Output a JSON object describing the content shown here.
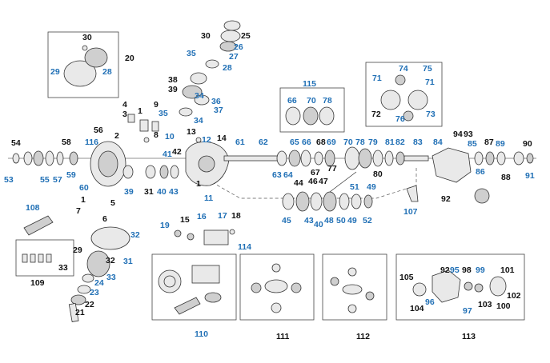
{
  "title": "",
  "colors": {
    "blue_label": "#1f6fb5",
    "black_label": "#111111"
  },
  "callouts": [
    {
      "text": "30",
      "color": "black"
    },
    {
      "text": "20",
      "color": "black"
    },
    {
      "text": "29",
      "color": "blue"
    },
    {
      "text": "28",
      "color": "blue"
    },
    {
      "text": "30",
      "color": "black"
    },
    {
      "text": "25",
      "color": "black"
    },
    {
      "text": "26",
      "color": "blue"
    },
    {
      "text": "27",
      "color": "blue"
    },
    {
      "text": "35",
      "color": "blue"
    },
    {
      "text": "28",
      "color": "blue"
    },
    {
      "text": "38",
      "color": "black"
    },
    {
      "text": "39",
      "color": "black"
    },
    {
      "text": "34",
      "color": "blue"
    },
    {
      "text": "36",
      "color": "blue"
    },
    {
      "text": "37",
      "color": "blue"
    },
    {
      "text": "35",
      "color": "blue"
    },
    {
      "text": "34",
      "color": "blue"
    },
    {
      "text": "4",
      "color": "black"
    },
    {
      "text": "3",
      "color": "black"
    },
    {
      "text": "1",
      "color": "black"
    },
    {
      "text": "9",
      "color": "black"
    },
    {
      "text": "2",
      "color": "black"
    },
    {
      "text": "8",
      "color": "black"
    },
    {
      "text": "10",
      "color": "blue"
    },
    {
      "text": "13",
      "color": "black"
    },
    {
      "text": "12",
      "color": "blue"
    },
    {
      "text": "14",
      "color": "black"
    },
    {
      "text": "42",
      "color": "black"
    },
    {
      "text": "41",
      "color": "blue"
    },
    {
      "text": "56",
      "color": "black"
    },
    {
      "text": "54",
      "color": "black"
    },
    {
      "text": "58",
      "color": "black"
    },
    {
      "text": "116",
      "color": "blue"
    },
    {
      "text": "53",
      "color": "blue"
    },
    {
      "text": "55",
      "color": "blue"
    },
    {
      "text": "57",
      "color": "blue"
    },
    {
      "text": "59",
      "color": "blue"
    },
    {
      "text": "60",
      "color": "blue"
    },
    {
      "text": "39",
      "color": "blue"
    },
    {
      "text": "31",
      "color": "black"
    },
    {
      "text": "40",
      "color": "blue"
    },
    {
      "text": "43",
      "color": "blue"
    },
    {
      "text": "1",
      "color": "black"
    },
    {
      "text": "11",
      "color": "blue"
    },
    {
      "text": "61",
      "color": "blue"
    },
    {
      "text": "62",
      "color": "blue"
    },
    {
      "text": "63",
      "color": "blue"
    },
    {
      "text": "64",
      "color": "blue"
    },
    {
      "text": "65",
      "color": "blue"
    },
    {
      "text": "66",
      "color": "blue"
    },
    {
      "text": "68",
      "color": "black"
    },
    {
      "text": "69",
      "color": "blue"
    },
    {
      "text": "67",
      "color": "black"
    },
    {
      "text": "70",
      "color": "blue"
    },
    {
      "text": "78",
      "color": "blue"
    },
    {
      "text": "79",
      "color": "blue"
    },
    {
      "text": "77",
      "color": "black"
    },
    {
      "text": "81",
      "color": "blue"
    },
    {
      "text": "82",
      "color": "blue"
    },
    {
      "text": "80",
      "color": "black"
    },
    {
      "text": "83",
      "color": "blue"
    },
    {
      "text": "84",
      "color": "blue"
    },
    {
      "text": "94",
      "color": "black"
    },
    {
      "text": "93",
      "color": "black"
    },
    {
      "text": "85",
      "color": "blue"
    },
    {
      "text": "87",
      "color": "black"
    },
    {
      "text": "89",
      "color": "blue"
    },
    {
      "text": "90",
      "color": "black"
    },
    {
      "text": "86",
      "color": "blue"
    },
    {
      "text": "88",
      "color": "black"
    },
    {
      "text": "91",
      "color": "blue"
    },
    {
      "text": "92",
      "color": "black"
    },
    {
      "text": "107",
      "color": "blue"
    },
    {
      "text": "115",
      "color": "blue"
    },
    {
      "text": "66",
      "color": "blue"
    },
    {
      "text": "70",
      "color": "blue"
    },
    {
      "text": "78",
      "color": "blue"
    },
    {
      "text": "74",
      "color": "blue"
    },
    {
      "text": "75",
      "color": "blue"
    },
    {
      "text": "71",
      "color": "blue"
    },
    {
      "text": "71",
      "color": "blue"
    },
    {
      "text": "72",
      "color": "black"
    },
    {
      "text": "76",
      "color": "blue"
    },
    {
      "text": "73",
      "color": "blue"
    },
    {
      "text": "44",
      "color": "black"
    },
    {
      "text": "46",
      "color": "black"
    },
    {
      "text": "47",
      "color": "black"
    },
    {
      "text": "51",
      "color": "blue"
    },
    {
      "text": "49",
      "color": "blue"
    },
    {
      "text": "45",
      "color": "blue"
    },
    {
      "text": "43",
      "color": "blue"
    },
    {
      "text": "40",
      "color": "blue"
    },
    {
      "text": "48",
      "color": "blue"
    },
    {
      "text": "50",
      "color": "blue"
    },
    {
      "text": "49",
      "color": "blue"
    },
    {
      "text": "52",
      "color": "blue"
    },
    {
      "text": "108",
      "color": "blue"
    },
    {
      "text": "7",
      "color": "black"
    },
    {
      "text": "1",
      "color": "black"
    },
    {
      "text": "5",
      "color": "black"
    },
    {
      "text": "6",
      "color": "black"
    },
    {
      "text": "32",
      "color": "blue"
    },
    {
      "text": "19",
      "color": "blue"
    },
    {
      "text": "15",
      "color": "black"
    },
    {
      "text": "16",
      "color": "blue"
    },
    {
      "text": "17",
      "color": "blue"
    },
    {
      "text": "18",
      "color": "black"
    },
    {
      "text": "114",
      "color": "blue"
    },
    {
      "text": "29",
      "color": "black"
    },
    {
      "text": "31",
      "color": "blue"
    },
    {
      "text": "32",
      "color": "black"
    },
    {
      "text": "33",
      "color": "black"
    },
    {
      "text": "109",
      "color": "black"
    },
    {
      "text": "33",
      "color": "blue"
    },
    {
      "text": "24",
      "color": "blue"
    },
    {
      "text": "23",
      "color": "blue"
    },
    {
      "text": "22",
      "color": "black"
    },
    {
      "text": "21",
      "color": "black"
    },
    {
      "text": "110",
      "color": "blue"
    },
    {
      "text": "111",
      "color": "black"
    },
    {
      "text": "112",
      "color": "black"
    },
    {
      "text": "92",
      "color": "black"
    },
    {
      "text": "95",
      "color": "blue"
    },
    {
      "text": "98",
      "color": "black"
    },
    {
      "text": "99",
      "color": "blue"
    },
    {
      "text": "101",
      "color": "black"
    },
    {
      "text": "105",
      "color": "black"
    },
    {
      "text": "96",
      "color": "blue"
    },
    {
      "text": "103",
      "color": "black"
    },
    {
      "text": "100",
      "color": "black"
    },
    {
      "text": "102",
      "color": "black"
    },
    {
      "text": "104",
      "color": "black"
    },
    {
      "text": "97",
      "color": "blue"
    },
    {
      "text": "113",
      "color": "black"
    }
  ]
}
